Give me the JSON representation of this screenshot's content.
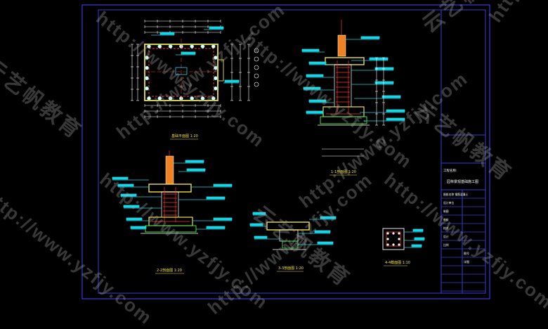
{
  "drawing": {
    "title_block": {
      "project_label": "工程名称:",
      "project_name": "园林景观基础施工图",
      "drawing_name": "详图",
      "sheet_no": "图号",
      "rows": [
        "图纸名称 钢筋混凝土",
        "设计单位",
        "制图",
        "审核",
        "校对",
        "设计",
        "比例"
      ]
    },
    "views": [
      {
        "id": "plan",
        "title": "基础平面图 1:20"
      },
      {
        "id": "section-1",
        "title": "1-1剖面图 1:20"
      },
      {
        "id": "section-2",
        "title": "2-2剖面图 1:20"
      },
      {
        "id": "section-3",
        "title": "3-3剖面图 1:20"
      },
      {
        "id": "section-4",
        "title": "4-4截面图 1:10"
      }
    ]
  },
  "watermark": {
    "url": "http://www.yzfjy.com",
    "brand": "云艺帆教育"
  },
  "colors": {
    "background": "#000000",
    "frame": "#3a3ad8",
    "dimension": "#ffffff",
    "callout": "#19d6e6",
    "rebar": "#ff3030",
    "concrete": "#f0e040",
    "gravel": "#40e040",
    "column_fill": "#f08020",
    "watermark": "#b0b0b0"
  }
}
